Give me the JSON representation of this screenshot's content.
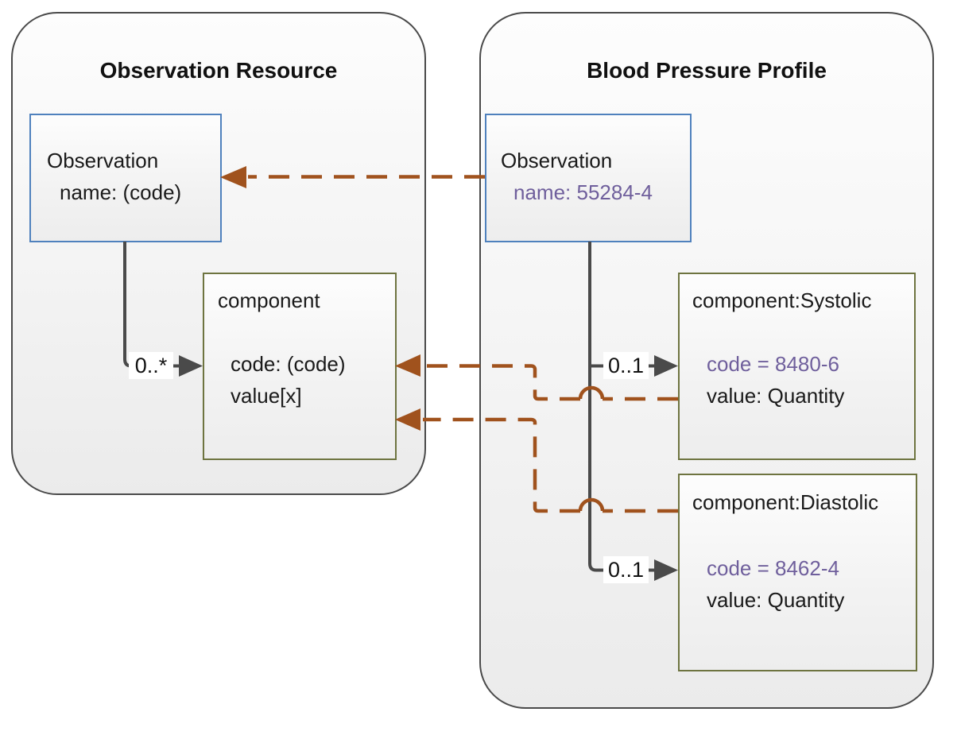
{
  "left_panel": {
    "title": "Observation Resource",
    "observation_box": {
      "name": "Observation",
      "attr": "name: (code)"
    },
    "component_box": {
      "title": "component",
      "code": "code: (code)",
      "value": "value[x]"
    }
  },
  "right_panel": {
    "title": "Blood Pressure Profile",
    "observation_box": {
      "name": "Observation",
      "attr": "name: 55284-4"
    },
    "systolic_box": {
      "title": "component:Systolic",
      "code": "code = 8480-6",
      "value": "value: Quantity"
    },
    "diastolic_box": {
      "title": "component:Diastolic",
      "code": "code = 8462-4",
      "value": "value: Quantity"
    }
  },
  "connections": {
    "component_multiplicity": "0..*",
    "systolic_multiplicity": "0..1",
    "diastolic_multiplicity": "0..1"
  },
  "colors": {
    "panel_border": "#4a4a4a",
    "blue_box_border": "#4f81bd",
    "olive_box_border": "#6e7440",
    "connector_gray": "#4a4a4a",
    "mapping_brown": "#a0521d",
    "constraint_purple": "#6f5f9c"
  }
}
